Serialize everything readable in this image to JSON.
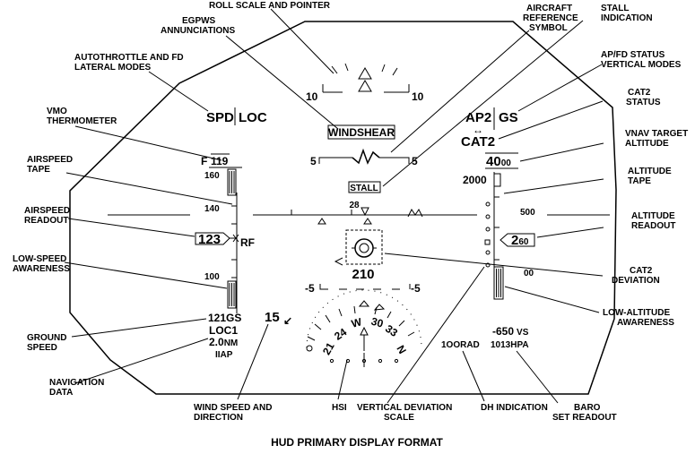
{
  "figure": {
    "title": "HUD PRIMARY DISPLAY FORMAT"
  },
  "hud": {
    "roll_left": "10",
    "roll_right": "10",
    "pitch_top_left": "5",
    "pitch_top_right": "5",
    "pitch_bot_left": "-5",
    "pitch_bot_right": "-5",
    "windshear": "WINDSHEAR",
    "stall": "STALL",
    "speed_mode": "SPD",
    "lateral_mode": "LOC",
    "ap": "AP2",
    "vertical_mode": "GS",
    "cat2": "CAT2",
    "vmo_flap": "F",
    "vmo_speed": "119",
    "airspeed_ticks": [
      "160",
      "140",
      "100"
    ],
    "airspeed_readout": "123",
    "rf": "RF",
    "target_alt_main": "40",
    "target_alt_sub": "00",
    "alt_ticks": [
      "2000",
      "500",
      "00"
    ],
    "alt_readout_main": "2",
    "alt_readout_sub": "60",
    "heading_scale": "28",
    "heading": "210",
    "ground_speed": "121GS",
    "nav_source": "LOC1",
    "nav_dist": "2.0",
    "nav_unit": "NM",
    "nav_ident": "IIAP",
    "wind_speed": "15",
    "wind_arrow": "↙",
    "hsi_21": "21",
    "hsi_24": "24",
    "hsi_w": "W",
    "hsi_30": "30",
    "hsi_33": "33",
    "hsi_n": "N",
    "dh": "1OORAD",
    "vs": "-650",
    "vs_unit": "VS",
    "baro": "1013HPA"
  },
  "labels": {
    "roll_scale": "ROLL SCALE AND POINTER",
    "egpws_1": "EGPWS",
    "egpws_2": "ANNUNCIATIONS",
    "aircraft_ref_1": "AIRCRAFT",
    "aircraft_ref_2": "REFERENCE",
    "aircraft_ref_3": "SYMBOL",
    "stall_ind_1": "STALL",
    "stall_ind_2": "INDICATION",
    "autothrottle_1": "AUTOTHROTTLE AND FD",
    "autothrottle_2": "LATERAL MODES",
    "apfd_1": "AP/FD STATUS",
    "apfd_2": "VERTICAL MODES",
    "vmo_1": "VMO",
    "vmo_2": "THERMOMETER",
    "cat2_status_1": "CAT2",
    "cat2_status_2": "STATUS",
    "vnav_1": "VNAV TARGET",
    "vnav_2": "ALTITUDE",
    "airspeed_tape_1": "AIRSPEED",
    "airspeed_tape_2": "TAPE",
    "altitude_tape_1": "ALTITUDE",
    "altitude_tape_2": "TAPE",
    "airspeed_readout_1": "AIRSPEED",
    "airspeed_readout_2": "READOUT",
    "altitude_readout_1": "ALTITUDE",
    "altitude_readout_2": "READOUT",
    "low_speed_1": "LOW-SPEED",
    "low_speed_2": "AWARENESS",
    "cat2_dev_1": "CAT2",
    "cat2_dev_2": "DEVIATION",
    "low_alt_1": "LOW-ALTITUDE",
    "low_alt_2": "AWARENESS",
    "ground_speed_1": "GROUND",
    "ground_speed_2": "SPEED",
    "nav_data_1": "NAVIGATION",
    "nav_data_2": "DATA",
    "wind_1": "WIND SPEED AND",
    "wind_2": "DIRECTION",
    "hsi": "HSI",
    "vdev_1": "VERTICAL DEVIATION",
    "vdev_2": "SCALE",
    "dh_ind": "DH INDICATION",
    "baro_1": "BARO",
    "baro_2": "SET READOUT"
  }
}
